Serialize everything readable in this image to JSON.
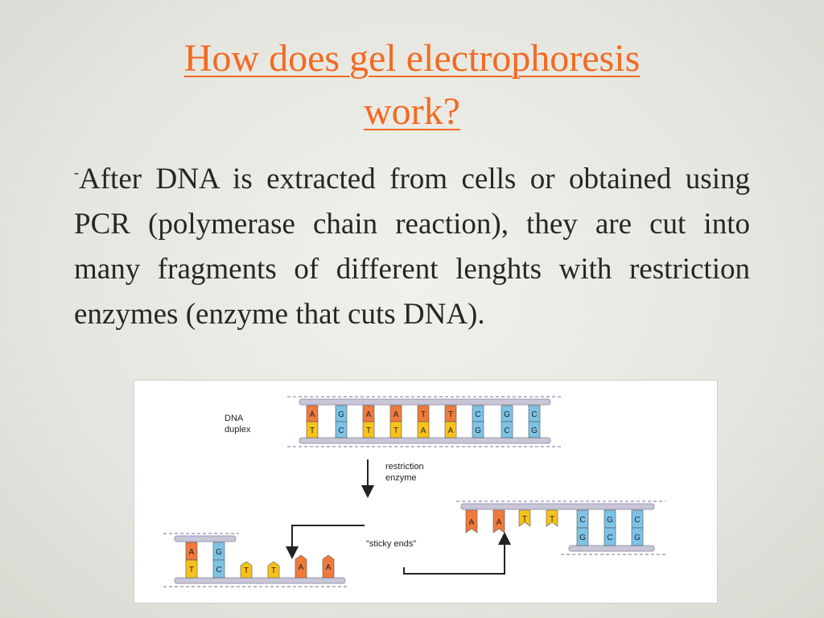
{
  "slide": {
    "title_line1": "How does gel electrophoresis",
    "title_line2": "work?",
    "bullet_dash": "-",
    "bullet_text": "After DNA is extracted from cells or obtained using PCR (polymerase chain reaction), they are cut into many fragments of different lenghts with restriction enzymes (enzyme that cuts DNA)."
  },
  "figure": {
    "dna_label_1": "DNA",
    "dna_label_2": "duplex",
    "enzyme_label_1": "restriction",
    "enzyme_label_2": "enzyme",
    "sticky_label": "\"sticky ends\"",
    "top_pairs": [
      {
        "top": "A",
        "bottom": "T",
        "color": "orange"
      },
      {
        "top": "G",
        "bottom": "C",
        "color": "blue"
      },
      {
        "top": "A",
        "bottom": "T",
        "color": "orange"
      },
      {
        "top": "A",
        "bottom": "T",
        "color": "orange"
      },
      {
        "top": "T",
        "bottom": "A",
        "color": "orange"
      },
      {
        "top": "T",
        "bottom": "A",
        "color": "orange"
      },
      {
        "top": "C",
        "bottom": "G",
        "color": "blue"
      },
      {
        "top": "G",
        "bottom": "C",
        "color": "blue"
      },
      {
        "top": "C",
        "bottom": "G",
        "color": "blue"
      }
    ],
    "right_fragment_top": [
      "A",
      "A",
      "T",
      "T",
      "C",
      "G",
      "C"
    ],
    "right_fragment_bottom": [
      "G",
      "C",
      "G"
    ],
    "left_fragment_top": [
      "A",
      "G"
    ],
    "left_fragment_bottom": [
      "T",
      "C",
      "T",
      "T",
      "A",
      "A"
    ],
    "colors": {
      "orange": "#f07a3c",
      "yellow": "#f8c21a",
      "blue": "#7cc3e6",
      "gray": "#b8b8c8"
    }
  }
}
